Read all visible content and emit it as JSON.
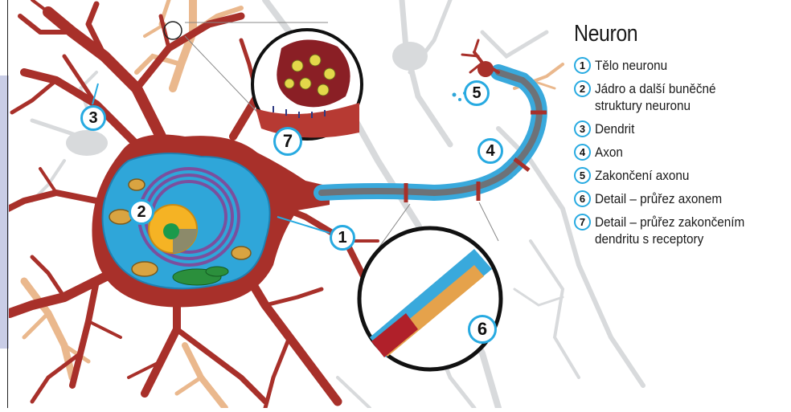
{
  "title": "Neuron",
  "legend": [
    {
      "num": "1",
      "text": "Tělo neuronu",
      "text2": ""
    },
    {
      "num": "2",
      "text": "Jádro a další buněčné",
      "text2": "struktury neuronu"
    },
    {
      "num": "3",
      "text": "Dendrit",
      "text2": ""
    },
    {
      "num": "4",
      "text": "Axon",
      "text2": ""
    },
    {
      "num": "5",
      "text": "Zakončení axonu",
      "text2": ""
    },
    {
      "num": "6",
      "text": "Detail – průřez axonem",
      "text2": ""
    },
    {
      "num": "7",
      "text": "Detail – průřez zakončením",
      "text2": "dendritu s receptory"
    }
  ],
  "callouts": [
    "1",
    "2",
    "3",
    "4",
    "5",
    "6",
    "7"
  ],
  "colors": {
    "neuron_body": "#a8302a",
    "dendrite_light": "#eab88d",
    "background_neuron": "#d9dbdd",
    "cytoplasm": "#2fa6d9",
    "nucleus": "#f5b324",
    "golgi": "#7b4f9e",
    "myelin": "#39a9dc",
    "axon_core": "#6d7278",
    "callout_ring": "#27aae1"
  }
}
